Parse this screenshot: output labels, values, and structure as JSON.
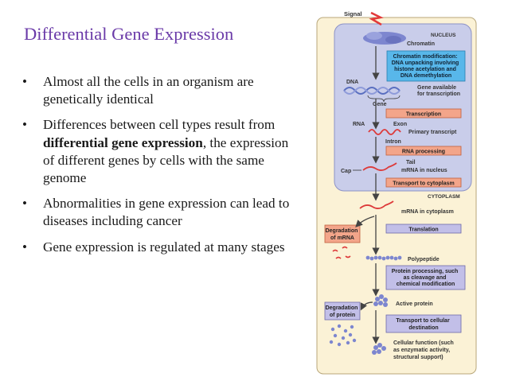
{
  "slide": {
    "title": "Differential Gene Expression",
    "bullets": [
      {
        "text": "Almost all the cells in an organism are genetically identical"
      },
      {
        "pre": "Differences between cell types result from ",
        "bold": "differential gene expression",
        "post": ", the expression of different genes by cells with the same genome"
      },
      {
        "text": "Abnormalities in gene expression can lead to diseases including cancer"
      },
      {
        "text": "Gene expression is regulated at many stages"
      }
    ]
  },
  "diagram": {
    "signal": "Signal",
    "nucleus": "NUCLEUS",
    "chromatin": "Chromatin",
    "chromatin_mod": [
      "Chromatin modification:",
      "DNA unpacking involving",
      "histone acetylation and",
      "DNA demethylation"
    ],
    "dna": "DNA",
    "gene_available": [
      "Gene available",
      "for transcription"
    ],
    "gene": "Gene",
    "transcription": "Transcription",
    "rna": "RNA",
    "exon": "Exon",
    "primary_transcript": "Primary transcript",
    "intron": "Intron",
    "rna_processing": "RNA processing",
    "tail": "Tail",
    "cap": "Cap",
    "mrna_nucleus": "mRNA in nucleus",
    "transport_cytoplasm": "Transport to cytoplasm",
    "cytoplasm": "CYTOPLASM",
    "mrna_cytoplasm": "mRNA in cytoplasm",
    "degradation_mrna": [
      "Degradation",
      "of mRNA"
    ],
    "translation": "Translation",
    "polypeptide": "Polypeptide",
    "protein_processing": [
      "Protein processing, such",
      "as cleavage and",
      "chemical modification"
    ],
    "active_protein": "Active protein",
    "degradation_protein": [
      "Degradation",
      "of protein"
    ],
    "transport_cellular": [
      "Transport to cellular",
      "destination"
    ],
    "cellular_function": [
      "Cellular function (such",
      "as enzymatic activity,",
      "structural support)"
    ]
  },
  "colors": {
    "title": "#6a3aa8",
    "panel": "#fbf2d6",
    "nucleus": "#c9cdea",
    "blue_box": "#58b7ea",
    "salmon_box": "#f3a58a",
    "violet_box": "#c2bfe8",
    "signal": "#e23a3a",
    "strand_blue": "#5a6fc0",
    "strand_red": "#dd3a3a"
  }
}
